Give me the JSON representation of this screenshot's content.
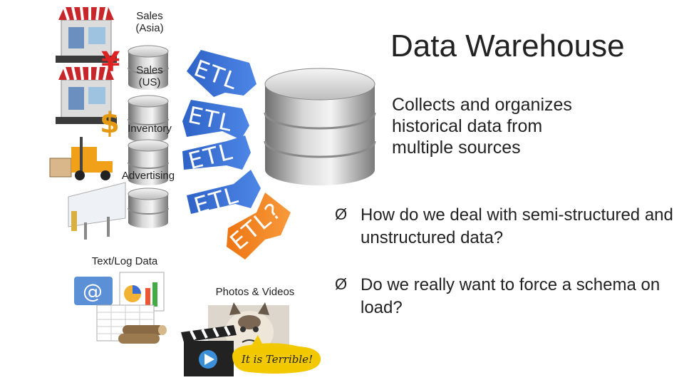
{
  "title": "Data Warehouse",
  "description": "Collects and organizes historical data from multiple sources",
  "sources": {
    "sales_asia": "Sales (Asia)",
    "sales_us": "Sales (US)",
    "inventory": "Inventory",
    "advertising": "Advertising",
    "text_log": "Text/Log Data",
    "photos_videos": "Photos & Videos"
  },
  "etl": {
    "label": "ETL",
    "label_question": "ETL?"
  },
  "bullets": [
    "How do we deal with semi-structured and unstructured data?",
    "Do we really want to force a schema on load?"
  ],
  "bullet_symbol": "Ø",
  "cat_caption": "It is Terrible!",
  "colors": {
    "etl_arrow": "#3a6fd1",
    "etl_arrow_question": "#f07d1a",
    "db_gray": "#9a9a9a",
    "awning_red": "#c8262b",
    "speech_bubble": "#f2c800"
  },
  "icons": [
    "store-icon",
    "yen-icon",
    "dollar-icon",
    "forklift-icon",
    "billboard-icon",
    "email-icon",
    "chart-icon",
    "spreadsheet-icon",
    "logs-icon",
    "cat-photo-icon",
    "clapperboard-icon",
    "database-icon"
  ]
}
